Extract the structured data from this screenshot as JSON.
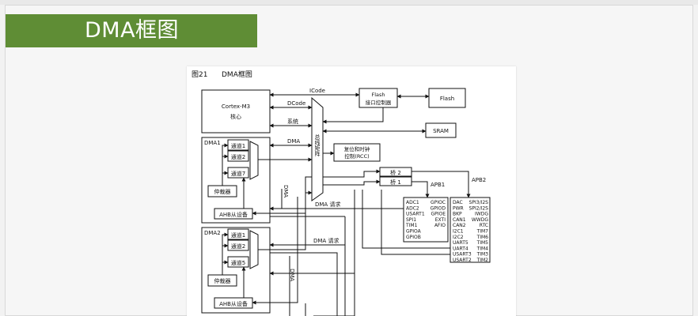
{
  "slide": {
    "title": "DMA框图"
  },
  "figure": {
    "caption_num": "图21",
    "caption_title": "DMA框图",
    "cortex_line1": "Cortex-M3",
    "cortex_line2": "核心",
    "icode": "ICode",
    "dcode": "DCode",
    "system": "系统",
    "dma_bus": "DMA",
    "bus_matrix": "总线矩阵",
    "flash_ctrl_line1": "Flash",
    "flash_ctrl_line2": "接口控制器",
    "flash": "Flash",
    "sram": "SRAM",
    "rcc_line1": "复位和时钟",
    "rcc_line2": "控制(RCC)",
    "bridge2": "桥 2",
    "bridge1": "桥 1",
    "apb1": "APB1",
    "apb2": "APB2",
    "dma1": "DMA1",
    "dma1_ch1": "通道1",
    "dma1_ch2": "通道2",
    "dma1_ch7": "通道7",
    "arbiter1": "仲裁器",
    "ahb_slave1": "AHB从设备",
    "dma2": "DMA2",
    "dma2_ch1": "通道1",
    "dma2_ch2": "通道2",
    "dma2_ch5": "通道5",
    "arbiter2": "仲裁器",
    "ahb_slave2": "AHB从设备",
    "dma_req_label1": "DMA",
    "dma_req_label2": "DMA",
    "dma_request1": "DMA 请求",
    "dma_request2": "DMA 请求",
    "apb1_periph_left": [
      "ADC1",
      "ADC2",
      "USART1",
      "SPI1",
      "TIM1",
      "GPIOA",
      "GPIOB"
    ],
    "apb1_periph_right": [
      "GPIOC",
      "GPIOD",
      "GPIOE",
      "EXTI",
      "AFIO"
    ],
    "apb2_periph_left": [
      "DAC",
      "PWR",
      "BKP",
      "CAN1",
      "CAN2",
      "I2C1",
      "I2C2",
      "UART5",
      "UART4",
      "USART3",
      "USART2"
    ],
    "apb2_periph_right": [
      "SPI3/I2S",
      "SPI2/I2S",
      "IWDG",
      "WWDG",
      "RTC",
      "TIM7",
      "TIM6",
      "TIM5",
      "TIM4",
      "TIM3",
      "TIM2"
    ]
  }
}
